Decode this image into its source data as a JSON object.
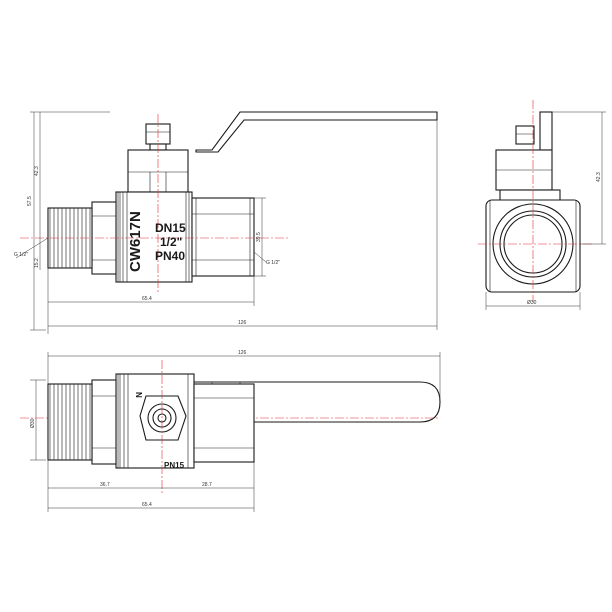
{
  "marking": {
    "model": "CW617N",
    "dn": "DN15",
    "size": "1/2\"",
    "pressure": "PN40",
    "dn_partial": "PN15",
    "n_partial": "N"
  },
  "dimensions": {
    "overall_height": "57.5",
    "top_height": "42.3",
    "thread_left": "G 1/2\"",
    "half_height": "15.2",
    "body_dia": "39.5",
    "thread_right": "G 1/2\"",
    "lower_length": "65.4",
    "total_length": "126",
    "side_height": "42.3",
    "side_dia": "Ø30",
    "plan_total": "126",
    "plan_dia": "Ø30",
    "plan_left": "36.7",
    "plan_right": "28.7",
    "plan_bottom": "65.4"
  }
}
